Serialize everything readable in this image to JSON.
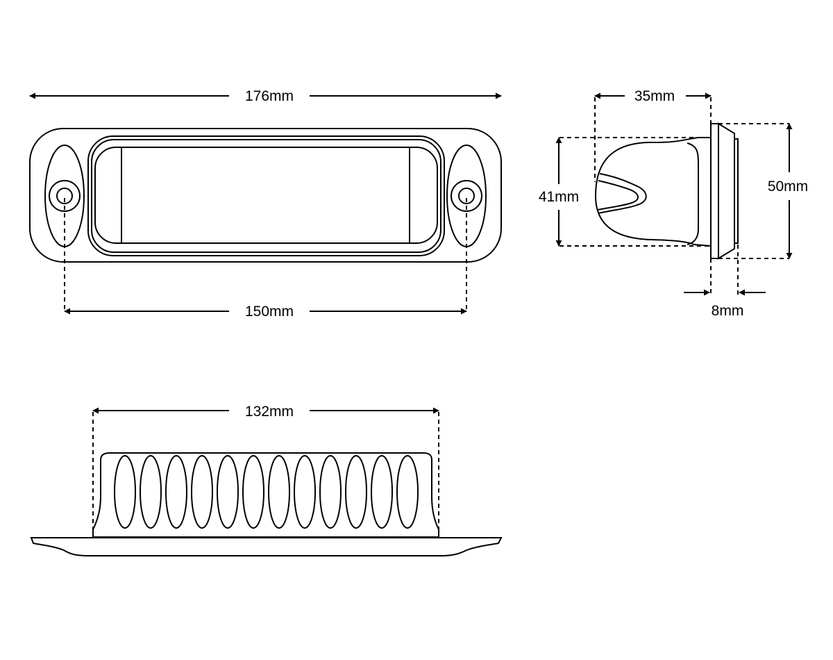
{
  "dimensions": {
    "front_width": "176mm",
    "mount_spacing": "150mm",
    "side_depth": "35mm",
    "side_body_height": "41mm",
    "side_flange_height": "50mm",
    "flange_thickness": "8mm",
    "bottom_housing_width": "132mm"
  },
  "colors": {
    "line": "#000000",
    "background": "#ffffff"
  },
  "bottom_view": {
    "fin_count": 12
  }
}
